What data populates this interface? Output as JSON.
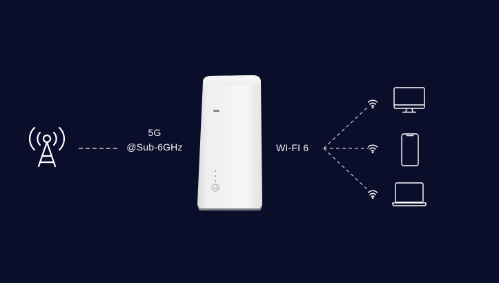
{
  "diagram": {
    "background_color": "#0b0e2b",
    "line_color": "#c9ccd6",
    "icon_color": "#ffffff",
    "source": {
      "icon": "cell-tower-icon",
      "link_label_line1": "5G",
      "link_label_line2": "@Sub-6GHz"
    },
    "hub": {
      "device": "5g-cpe-router",
      "output_label": "WI-FI 6"
    },
    "clients": [
      {
        "signal_icon": "wifi-icon",
        "device_icon": "monitor-icon"
      },
      {
        "signal_icon": "wifi-icon",
        "device_icon": "smartphone-icon"
      },
      {
        "signal_icon": "wifi-icon",
        "device_icon": "laptop-icon"
      }
    ]
  }
}
